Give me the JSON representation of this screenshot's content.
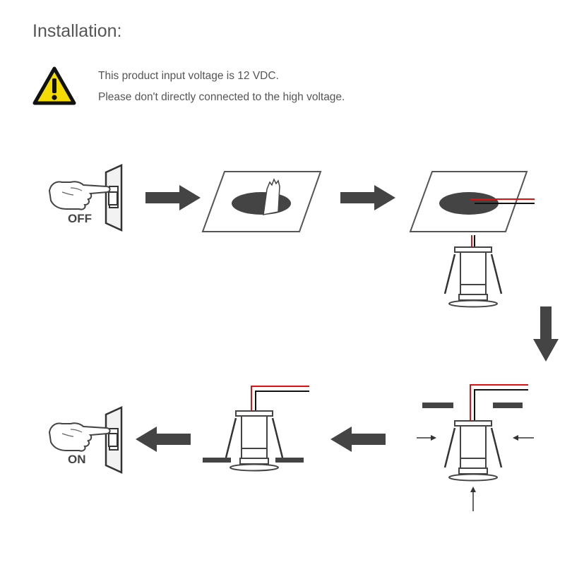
{
  "title": "Installation:",
  "warning": {
    "icon": "warning-triangle-icon",
    "line1": "This product input voltage is 12 VDC.",
    "line2": "Please don't directly connected to the high voltage."
  },
  "steps": {
    "switch_off_label": "OFF",
    "switch_on_label": "ON"
  },
  "colors": {
    "arrow": "#444444",
    "wire_red": "#e01010",
    "wire_black": "#111111",
    "warning_yellow": "#f5dc00"
  }
}
